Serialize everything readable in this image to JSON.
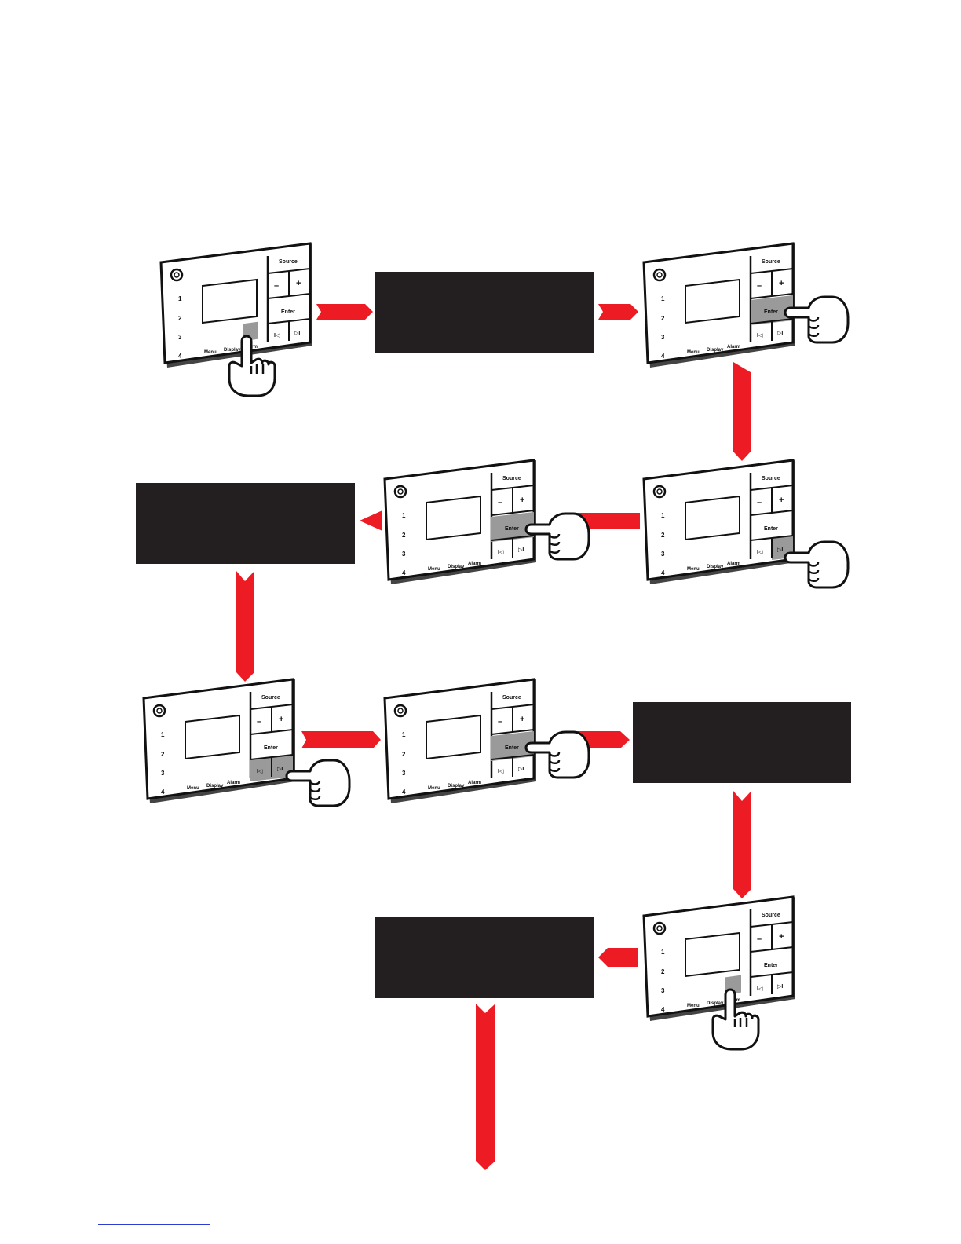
{
  "panel": {
    "source": "Source",
    "minus": "–",
    "plus": "+",
    "enter": "Enter",
    "prev": "I◁",
    "next": "▷I",
    "presets": [
      "1",
      "2",
      "3",
      "4"
    ],
    "menu": "Menu",
    "display": "Display",
    "alarm": "Alarm"
  },
  "colors": {
    "arrow": "#ed1c24",
    "black_box": "#231f20",
    "highlight": "#9a9a9a",
    "outline": "#111111"
  },
  "steps": [
    {
      "id": "step-1",
      "highlight": "alarm"
    },
    {
      "id": "step-2",
      "highlight": "enter"
    },
    {
      "id": "step-3",
      "highlight": "next"
    },
    {
      "id": "step-4",
      "highlight": "enter"
    },
    {
      "id": "step-5",
      "highlight": "prev-next"
    },
    {
      "id": "step-6",
      "highlight": "enter"
    },
    {
      "id": "step-7",
      "highlight": "alarm"
    }
  ],
  "display_boxes": [
    "",
    "",
    "",
    ""
  ]
}
